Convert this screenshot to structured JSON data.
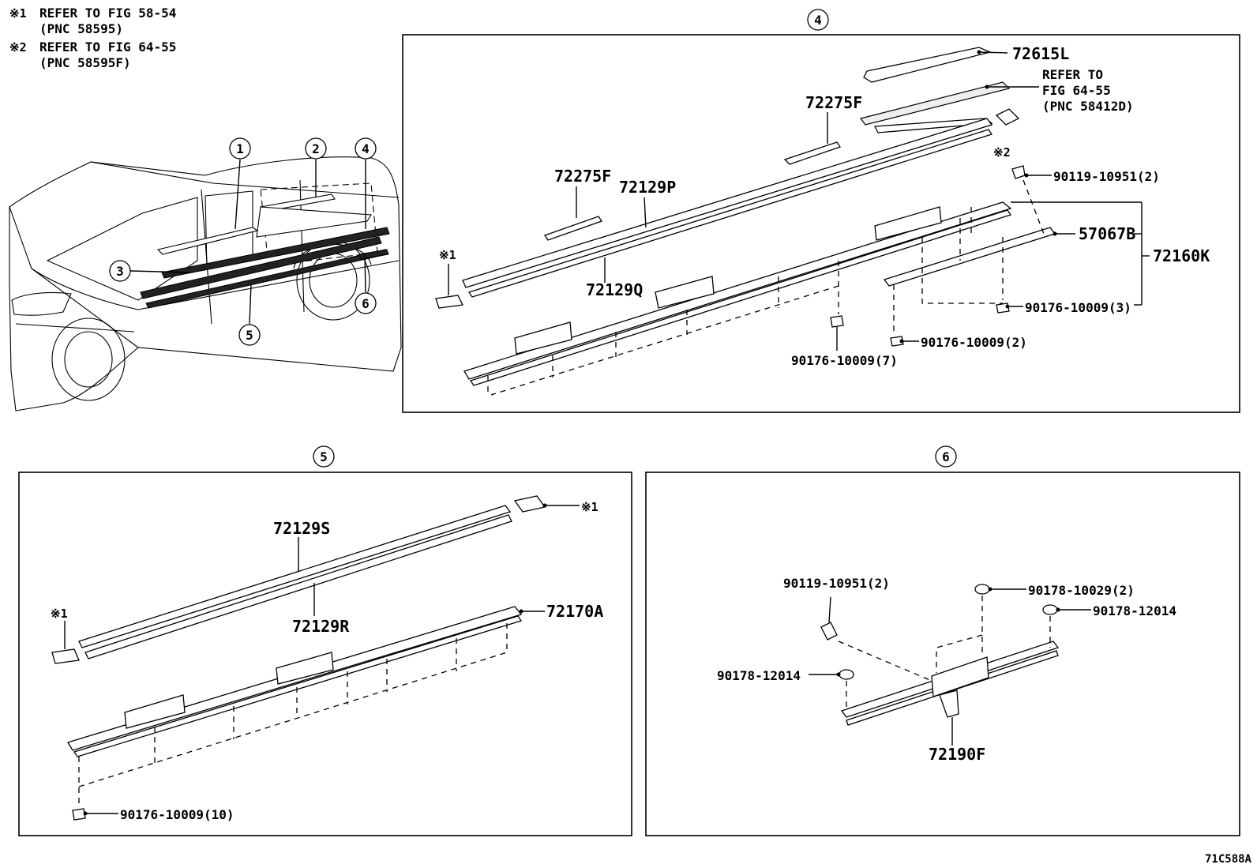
{
  "notes": [
    {
      "mark": "※1",
      "line1": "REFER TO FIG 58-54",
      "line2": "(PNC 58595)"
    },
    {
      "mark": "※2",
      "line1": "REFER TO FIG 64-55",
      "line2": "(PNC 58595F)"
    }
  ],
  "overview": {
    "callouts": [
      "1",
      "2",
      "3",
      "4",
      "5",
      "6"
    ]
  },
  "section4": {
    "number": "4",
    "labels": {
      "p72615L": "72615L",
      "refer_l1": "REFER TO",
      "refer_l2": "FIG 64-55",
      "refer_l3": "(PNC 58412D)",
      "p72275F_a": "72275F",
      "p72275F_b": "72275F",
      "p72129P": "72129P",
      "p72129Q": "72129Q",
      "mark1": "※1",
      "mark2": "※2",
      "p90119": "90119-10951(2)",
      "p57067B": "57067B",
      "p72160K": "72160K",
      "p90176_3": "90176-10009(3)",
      "p90176_2": "90176-10009(2)",
      "p90176_7": "90176-10009(7)"
    }
  },
  "section5": {
    "number": "5",
    "labels": {
      "p72129S": "72129S",
      "p72129R": "72129R",
      "mark1a": "※1",
      "mark1b": "※1",
      "p72170A": "72170A",
      "p90176_10": "90176-10009(10)"
    }
  },
  "section6": {
    "number": "6",
    "labels": {
      "p90119": "90119-10951(2)",
      "p90178_10029": "90178-10029(2)",
      "p90178_12014a": "90178-12014",
      "p90178_12014b": "90178-12014",
      "p72190F": "72190F"
    }
  },
  "figure_code": "71C588A"
}
